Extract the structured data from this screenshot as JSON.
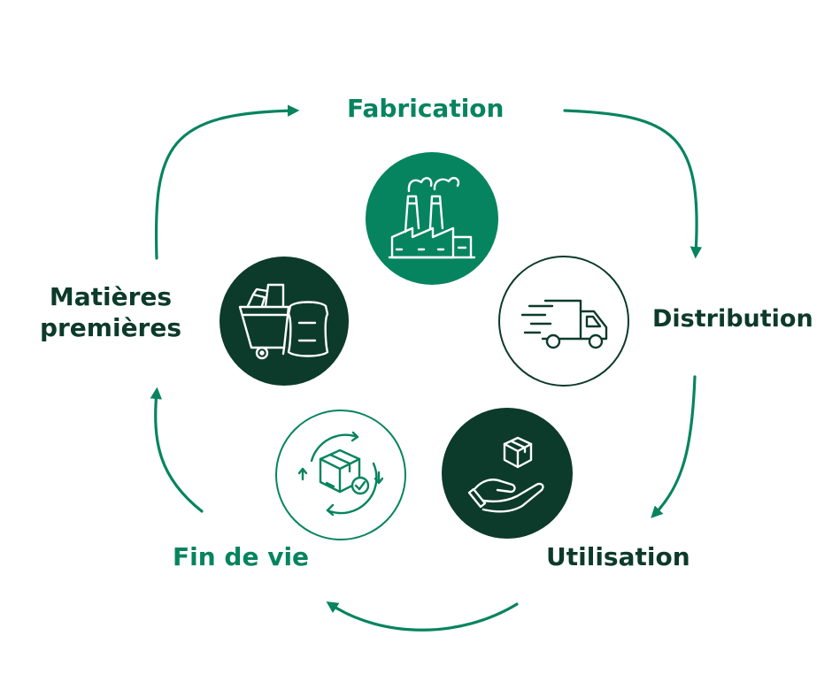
{
  "colors": {
    "accent_green": "#06845f",
    "dark_green": "#0c3a2b",
    "white": "#ffffff"
  },
  "stages": {
    "fabrication": {
      "label": "Fabrication",
      "icon": "factory-icon"
    },
    "distribution": {
      "label": "Distribution",
      "icon": "delivery-truck-icon"
    },
    "utilisation": {
      "label": "Utilisation",
      "icon": "hand-box-icon"
    },
    "fin_de_vie": {
      "label": "Fin de vie",
      "icon": "recycle-box-icon"
    },
    "matieres_premieres": {
      "line1": "Matières",
      "line2": "premières",
      "icon": "raw-materials-icon"
    }
  }
}
